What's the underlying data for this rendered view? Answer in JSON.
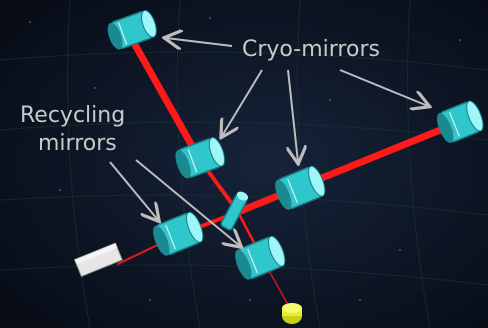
{
  "labels": {
    "cryo": "Cryo-mirrors",
    "recycling_line1": "Recycling",
    "recycling_line2": "mirrors"
  },
  "colors": {
    "background": "#0b1120",
    "grid": "#1f3a2e",
    "laser_beam": "#ff1a1a",
    "mirror_body": "#39d9de",
    "mirror_highlight": "#9ff5f7",
    "mirror_shadow": "#1a8a90",
    "label_text": "#c9c9c9",
    "arrow": "#bdbdbd",
    "laser_source": "#e6e6e6",
    "detector": "#e8ee2a"
  },
  "icons": {
    "mirrors": "cylinder-mirror-icon",
    "laser": "laser-source-icon",
    "detector": "photodetector-icon",
    "beamsplitter": "beamsplitter-icon"
  }
}
